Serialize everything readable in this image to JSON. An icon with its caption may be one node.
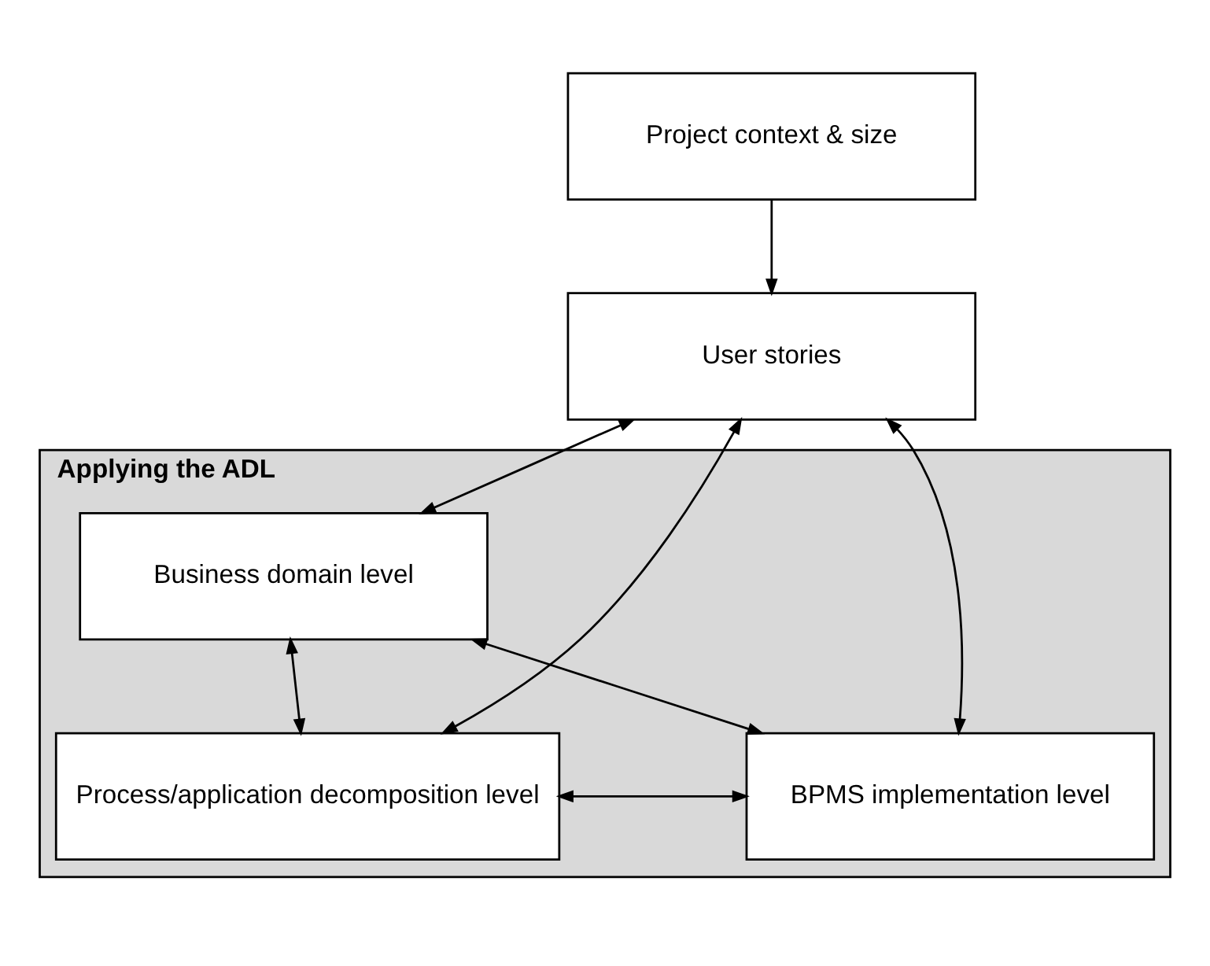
{
  "diagram": {
    "nodes": [
      {
        "text": [
          "Project context & size"
        ]
      },
      {
        "text": [
          "User stories"
        ]
      },
      {
        "text": [
          "Applying the ADL"
        ]
      },
      {
        "text": [
          "Business domain level"
        ],
        "in": 2
      },
      {
        "text": [
          "Process/application decomposition level"
        ],
        "in": 2
      },
      {
        "text": [
          "BPMS implementation level"
        ],
        "in": 2
      }
    ],
    "edges": [
      {
        "from": 0,
        "to": 1,
        "arrow": "to"
      },
      {
        "from": 1,
        "to": 4,
        "arrow": "both"
      },
      {
        "from": 1,
        "to": 3,
        "arrow": "both"
      },
      {
        "from": 1,
        "to": 5,
        "arrow": "both"
      },
      {
        "from": 3,
        "to": 4,
        "arrow": "both"
      },
      {
        "from": 3,
        "to": 5,
        "arrow": "both"
      },
      {
        "from": 4,
        "to": 5,
        "arrow": "both"
      }
    ]
  }
}
